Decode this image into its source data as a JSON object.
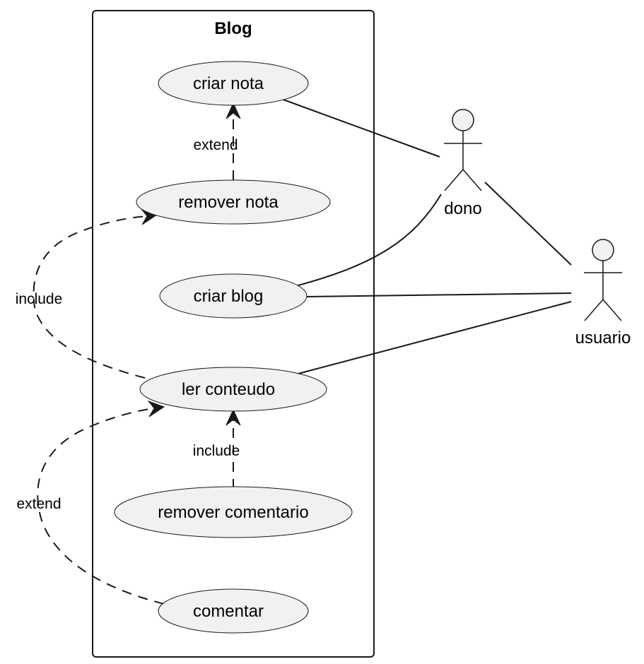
{
  "system": {
    "title": "Blog"
  },
  "use_cases": {
    "criar_nota": "criar nota",
    "remover_nota": "remover nota",
    "criar_blog": "criar blog",
    "ler_conteudo": "ler conteudo",
    "remover_comentario": "remover comentario",
    "comentar": "comentar"
  },
  "actors": {
    "dono": "dono",
    "usuario": "usuario"
  },
  "relations": {
    "remover_nota_extends_criar_nota": "extend",
    "ler_conteudo_includes_remover_nota": "include",
    "remover_comentario_includes_ler_conteudo": "include",
    "comentar_extends_ler_conteudo": "extend"
  }
}
